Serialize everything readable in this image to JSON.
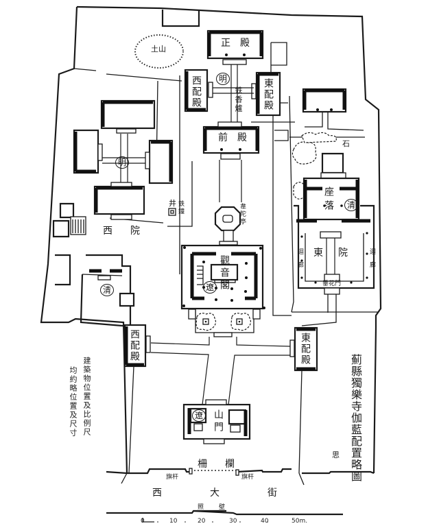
{
  "title": "薊縣獨樂寺伽藍配置略圖",
  "subtitle_note": "建築物位置及比例尺均約略位置及尺寸",
  "subtitle_note_columns": [
    "建築物位置及比例尺",
    "均約略位置及尺寸"
  ],
  "signature": "思",
  "buildings": {
    "main_hall": "正殿",
    "west_side_hall_north": "西配殿",
    "east_side_hall_north": "東配殿",
    "front_hall": "前殿",
    "ming_marker": "明",
    "iron_stele": "鉄香爐",
    "earth_mound": "土山",
    "west_courtyard": "西院",
    "west_courtyard_ming_marker": "明",
    "well": "井",
    "iron_bell": "鉄鐘",
    "guanyin_pavilion": "觀音閣",
    "liao_marker": "遼",
    "octagonal_pavilion": "韋陀亭",
    "west_qing_marker": "清",
    "east_courtyard": "東院",
    "zuoluo": "座落",
    "east_qing_marker": "清",
    "rock": "石",
    "west_corridor": "迴廊",
    "east_corridor": "迴廊",
    "flower_gate": "垂花門",
    "west_side_hall_south": "西配殿",
    "east_side_hall_south": "東配殿",
    "mountain_gate": "山門",
    "mountain_gate_liao_marker": "遼",
    "fence": "柵欄",
    "flagpole_west": "旗杆",
    "flagpole_east": "旗杆",
    "street": "西大街",
    "screen_wall": "照壁"
  },
  "scale_bar": {
    "ticks": [
      "0",
      "10",
      "20",
      "30",
      "40",
      "50m."
    ]
  }
}
